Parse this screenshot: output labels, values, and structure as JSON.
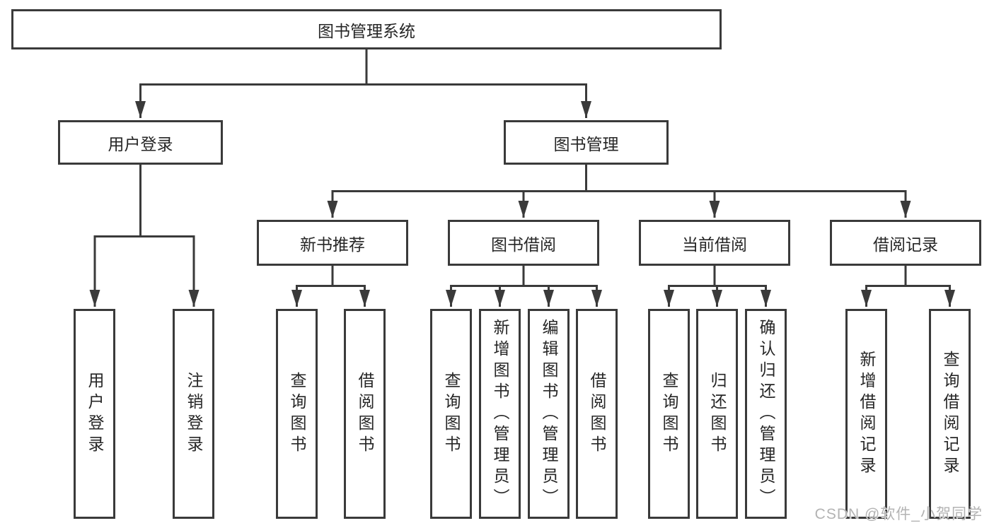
{
  "tree": {
    "root": {
      "label": "图书管理系统",
      "children": [
        {
          "label": "用户登录",
          "children": [
            {
              "label": "用户登录"
            },
            {
              "label": "注销登录"
            }
          ]
        },
        {
          "label": "图书管理",
          "children": [
            {
              "label": "新书推荐",
              "children": [
                {
                  "label": "查询图书"
                },
                {
                  "label": "借阅图书"
                }
              ]
            },
            {
              "label": "图书借阅",
              "children": [
                {
                  "label": "查询图书"
                },
                {
                  "label": "新增图书（管理员）"
                },
                {
                  "label": "编辑图书（管理员）"
                },
                {
                  "label": "借阅图书"
                }
              ]
            },
            {
              "label": "当前借阅",
              "children": [
                {
                  "label": "查询图书"
                },
                {
                  "label": "归还图书"
                },
                {
                  "label": "确认归还（管理员）"
                }
              ]
            },
            {
              "label": "借阅记录",
              "children": [
                {
                  "label": "新增借阅记录"
                },
                {
                  "label": "查询借阅记录"
                }
              ]
            }
          ]
        }
      ]
    }
  },
  "watermark": {
    "text": "CSDN @软件_小贺同学"
  },
  "colors": {
    "line": "#3a3a3a",
    "text": "#262626",
    "background": "#ffffff",
    "watermark": "#b3b3b3"
  }
}
